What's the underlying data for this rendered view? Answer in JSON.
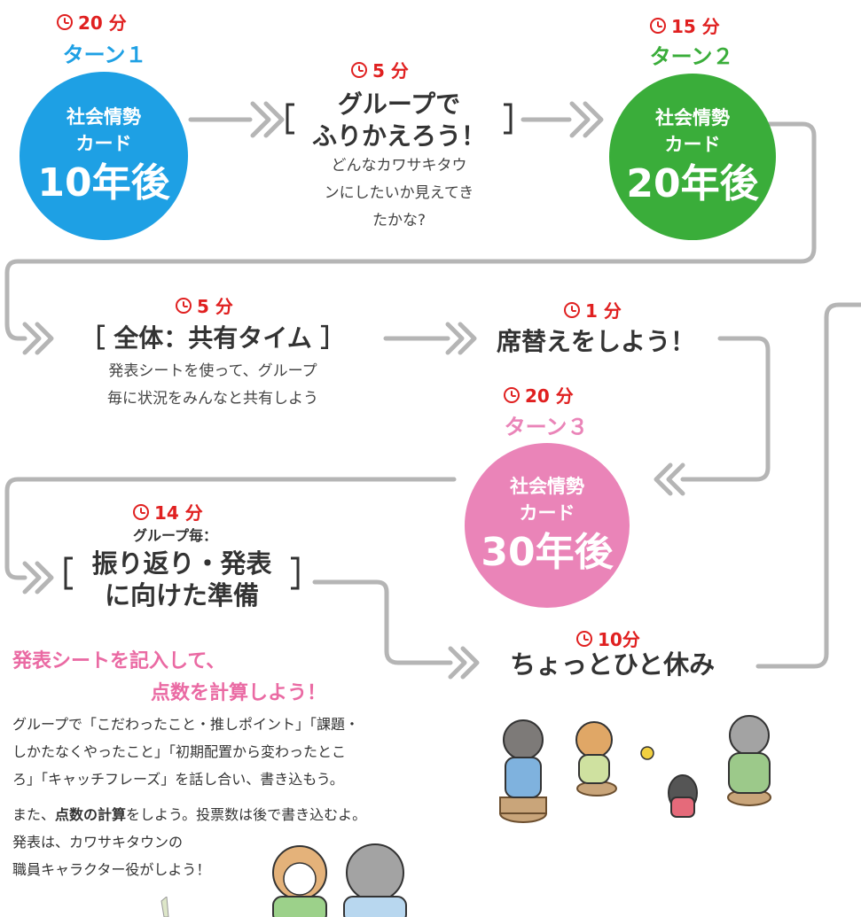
{
  "turn1": {
    "time": "20 分",
    "label": "ターン１",
    "card_line1": "社会情勢",
    "card_line2": "カード",
    "card_line3": "10年後"
  },
  "reflect": {
    "time": "5 分",
    "title_line1": "グループで",
    "title_line2": "ふりかえろう！",
    "desc_line1": "どんなカワサキタウ",
    "desc_line2": "ンにしたいか見えてき",
    "desc_line3": "たかな?"
  },
  "turn2": {
    "time": "15 分",
    "label": "ターン２",
    "card_line1": "社会情勢",
    "card_line2": "カード",
    "card_line3": "20年後"
  },
  "share": {
    "time": "5 分",
    "title": "［ 全体：共有タイム ］",
    "desc_line1": "発表シートを使って、グループ",
    "desc_line2": "毎に状況をみんなと共有しよう"
  },
  "seat_change": {
    "time": "1 分",
    "title": "席替えをしよう！"
  },
  "turn3": {
    "time": "20 分",
    "label": "ターン３",
    "card_line1": "社会情勢",
    "card_line2": "カード",
    "card_line3": "30年後"
  },
  "prep": {
    "time": "14 分",
    "label": "グループ毎：",
    "title_line1": "振り返り・発表",
    "title_line2": "に向けた準備"
  },
  "break": {
    "time": "10分",
    "title": "ちょっとひと休み"
  },
  "instructions": {
    "heading_line1": "発表シートを記入して、",
    "heading_line2": "点数を計算しよう！",
    "para1_line1": "グループで「こだわったこと・推しポイント」「課題・",
    "para1_line2": "しかたなくやったこと」「初期配置から変わったとこ",
    "para1_line3": "ろ」「キャッチフレーズ」を話し合い、書き込もう。",
    "para2_line1_pre": "また、",
    "para2_line1_bold": "点数の計算",
    "para2_line1_post": "をしよう。投票数は後で書き込むよ。",
    "para2_line2": "発表は、カワサキタウンの",
    "para2_line3": "職員キャラクター役がしよう！"
  },
  "colors": {
    "blue": "#1ea0e4",
    "green": "#3aad3a",
    "pink": "#ea84b8",
    "red": "#e02020",
    "arrow": "#b5b5b5"
  }
}
